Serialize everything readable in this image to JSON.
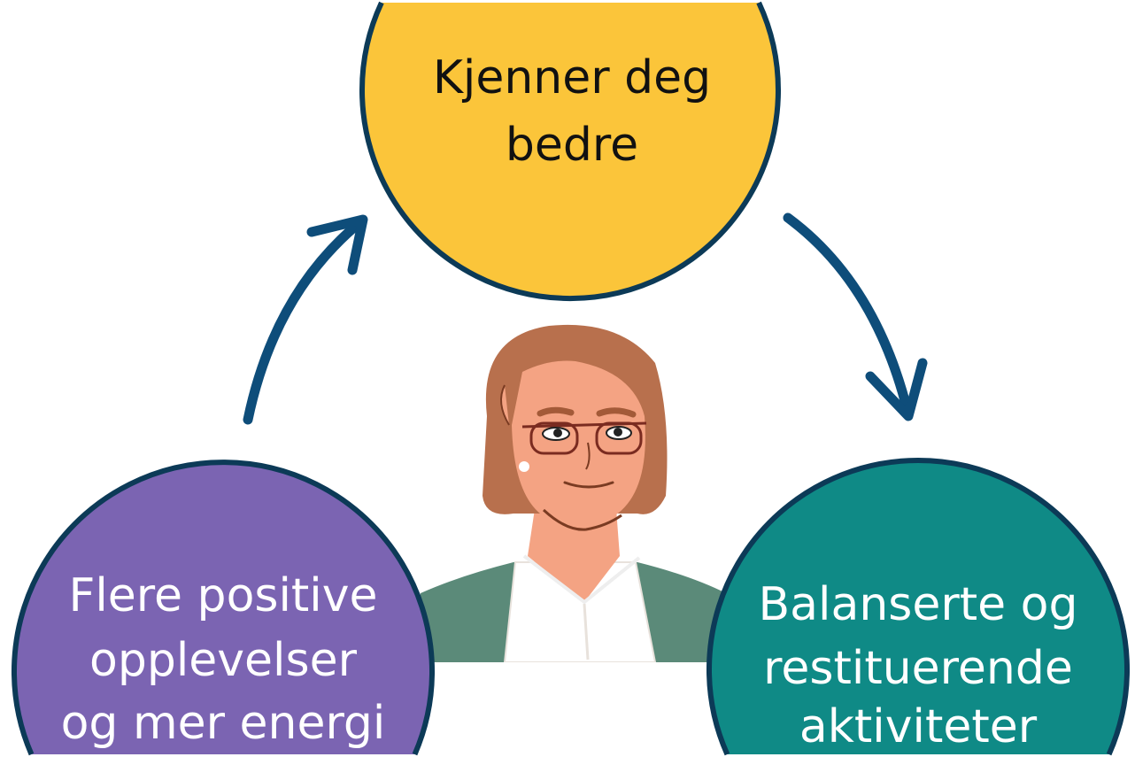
{
  "colors": {
    "yellow": "#fbc53a",
    "purple": "#7b64b2",
    "teal": "#0f8a86",
    "outline": "#0c3a57",
    "arrow": "#0e4d7a"
  },
  "nodes": {
    "top": {
      "lines": [
        "Kjenner deg",
        "bedre"
      ]
    },
    "left": {
      "lines": [
        "Flere positive",
        "opplevelser",
        "og mer energi"
      ]
    },
    "right": {
      "lines": [
        "Balanserte og",
        "restituerende",
        "aktiviteter"
      ]
    }
  }
}
